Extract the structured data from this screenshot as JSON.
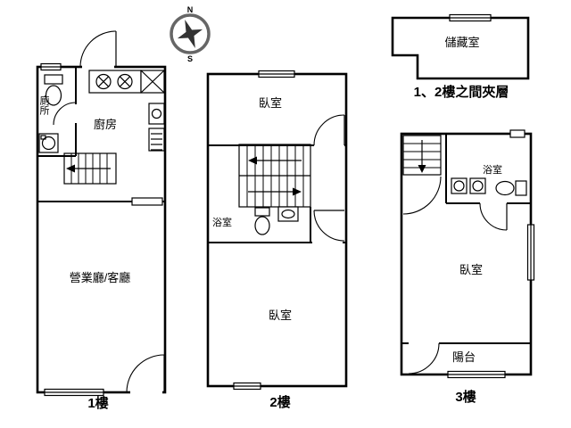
{
  "colors": {
    "background": "#ffffff",
    "line": "#000000",
    "compass_ring": "#666666"
  },
  "compass": {
    "north": "N",
    "south": "S"
  },
  "floor1": {
    "caption": "1樓",
    "toilet": "廁所",
    "kitchen": "廚房",
    "living": "營業廳/客廳"
  },
  "floor2": {
    "caption": "2樓",
    "bedroom_top": "臥室",
    "bathroom": "浴室",
    "bedroom_bottom": "臥室"
  },
  "mezzanine": {
    "caption": "1、2樓之間夾層",
    "storage": "儲藏室"
  },
  "floor3": {
    "caption": "3樓",
    "bathroom": "浴室",
    "bedroom": "臥室",
    "balcony": "陽台"
  }
}
